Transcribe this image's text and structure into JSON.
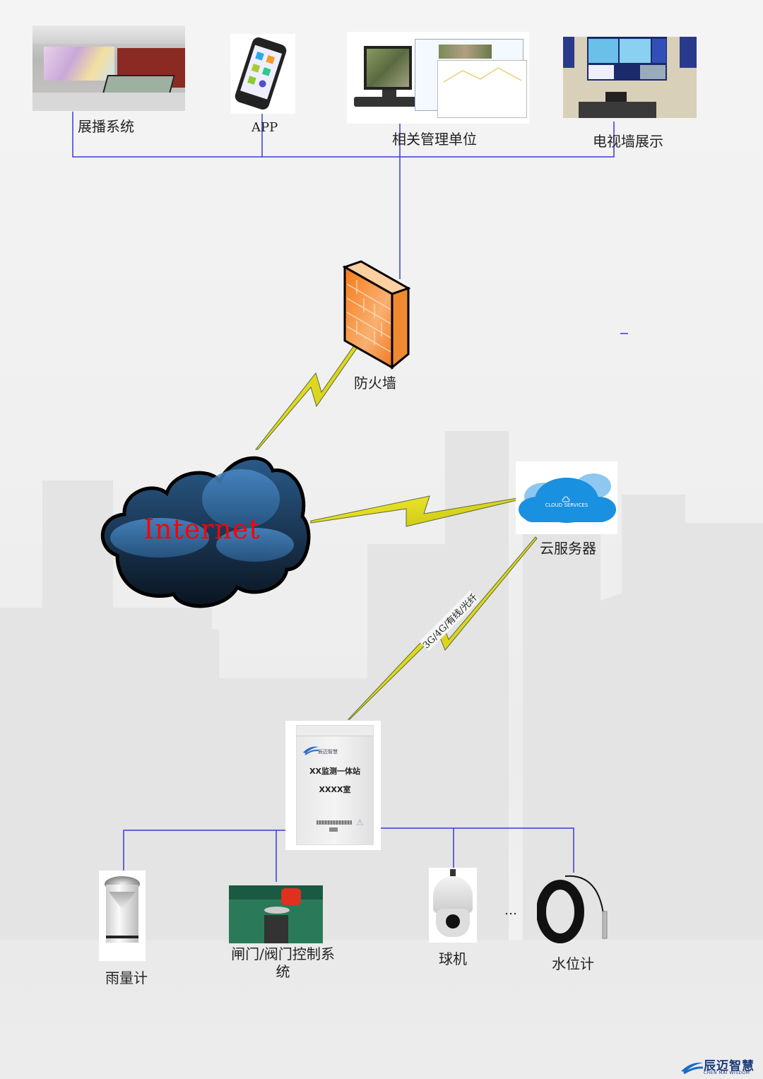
{
  "top_nodes": [
    {
      "id": "display-system",
      "label": "展播系统"
    },
    {
      "id": "app",
      "label": "APP"
    },
    {
      "id": "management-units",
      "label": "相关管理单位"
    },
    {
      "id": "tv-wall",
      "label": "电视墙展示"
    }
  ],
  "firewall": {
    "label": "防火墙"
  },
  "internet": {
    "label": "Internet"
  },
  "cloud": {
    "label": "云服务器",
    "badge": "CLOUD SERVICES"
  },
  "link": {
    "label": "3G/4G/有线/光纤"
  },
  "station": {
    "brand": "辰迈智慧",
    "line1": "XX监测一体站",
    "line2": "XXXX室"
  },
  "bottom_nodes": [
    {
      "id": "rain-gauge",
      "label": "雨量计"
    },
    {
      "id": "gate-control",
      "label": "闸门/阀门控制系统"
    },
    {
      "id": "dome-camera",
      "label": "球机"
    },
    {
      "id": "ellipsis",
      "label": "…"
    },
    {
      "id": "water-level",
      "label": "水位计"
    }
  ],
  "logo": {
    "cn": "辰迈智慧",
    "en": "CHEN MAI WISDOM"
  },
  "colors": {
    "wire": "#3a3ad8",
    "bolt": "#e8e020",
    "internet_text": "#ff0000",
    "firewall": "#f58a2a"
  }
}
